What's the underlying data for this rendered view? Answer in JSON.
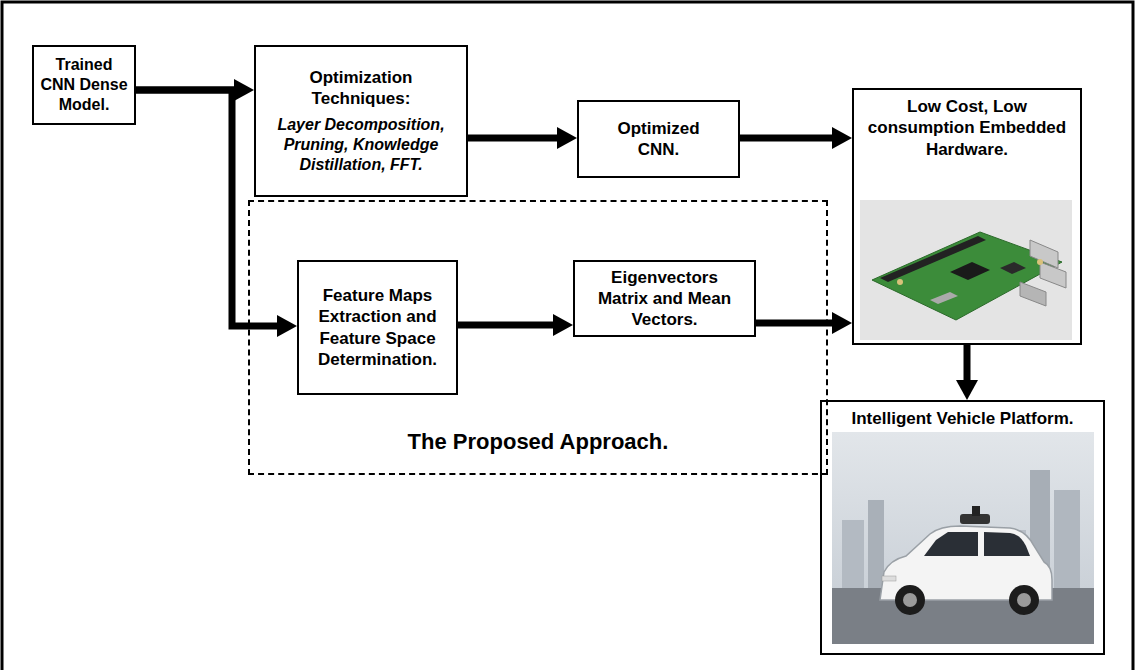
{
  "diagram": {
    "nodes": [
      {
        "text": [
          "Trained CNN Dense Model."
        ]
      },
      {
        "text": [
          "Optimization Techniques:",
          "Layer Decomposition, Pruning, Knowledge Distillation, FFT."
        ]
      },
      {
        "text": [
          "Optimized CNN."
        ]
      },
      {
        "text": [
          "Low Cost, Low consumption Embedded Hardware."
        ]
      },
      {
        "text": [
          "The Proposed Approach."
        ]
      },
      {
        "text": [
          "Feature Maps Extraction and Feature Space Determination."
        ],
        "in": 4
      },
      {
        "text": [
          "Eigenvectors Matrix and Mean Vectors."
        ],
        "in": 4
      },
      {
        "text": [
          "Intelligent Vehicle Platform."
        ]
      }
    ],
    "edges": [
      {
        "from": 0,
        "to": 1,
        "arrow": "to"
      },
      {
        "from": 0,
        "to": 5,
        "arrow": "to"
      },
      {
        "from": 1,
        "to": 2,
        "arrow": "to"
      },
      {
        "from": 2,
        "to": 3,
        "arrow": "to"
      },
      {
        "from": 5,
        "to": 6,
        "arrow": "to"
      },
      {
        "from": 6,
        "to": 3,
        "arrow": "to"
      },
      {
        "from": 3,
        "to": 7,
        "arrow": "to"
      }
    ]
  }
}
